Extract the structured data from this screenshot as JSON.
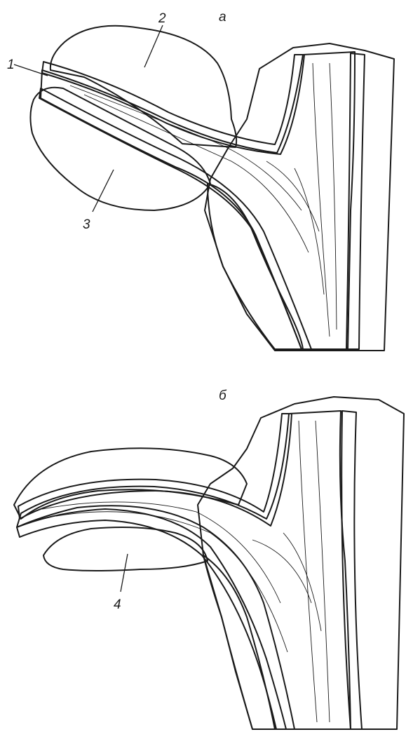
{
  "figure": {
    "panel_a_label": "а",
    "panel_b_label": "б",
    "callouts": {
      "c1": "1",
      "c2": "2",
      "c3": "3",
      "c4": "4"
    }
  },
  "colors": {
    "parenchyma": "#d6df8a",
    "bundle_sheath": "#4f8fcf",
    "vascular_core": "#b9dcf1",
    "bud_tissue": "#eeaa7a"
  }
}
